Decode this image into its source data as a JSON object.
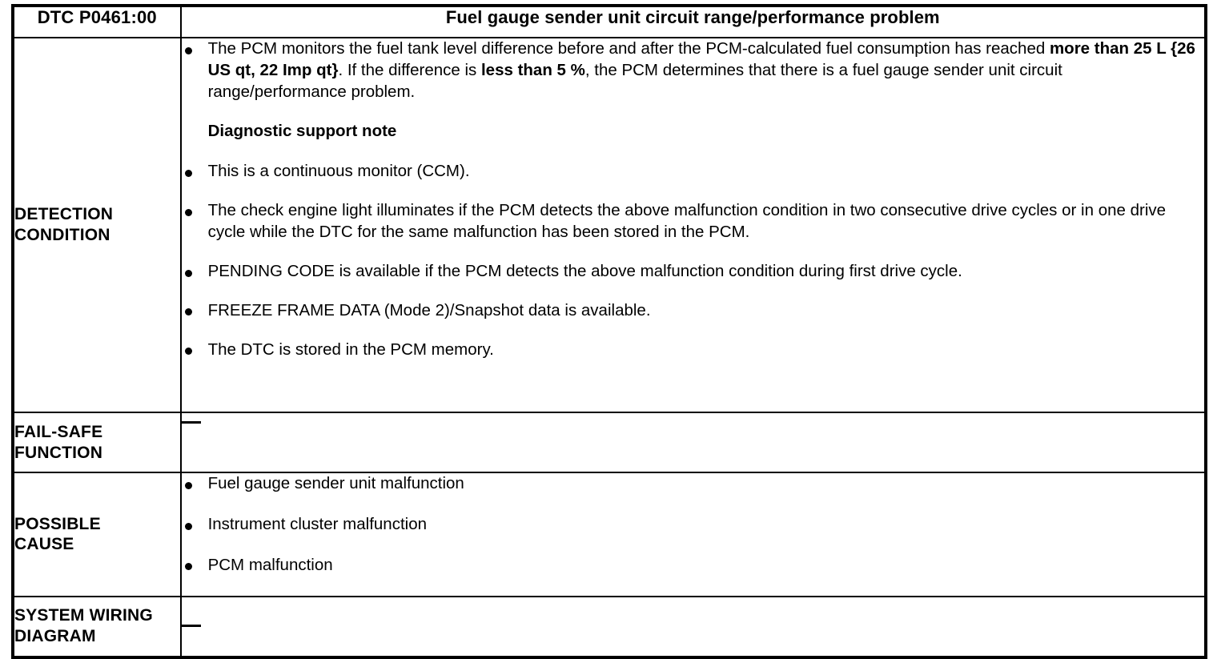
{
  "document": {
    "type": "dtc-diagnostic-table",
    "code_header": "DTC P0461:00",
    "title": "Fuel gauge sender unit circuit range/performance problem"
  },
  "rows": [
    {
      "label": "DETECTION\nCONDITION",
      "blocks": [
        {
          "kind": "bullet",
          "runs": [
            {
              "text": "The PCM monitors the fuel tank level difference before and after the PCM-calculated fuel consumption has reached ",
              "bold": false
            },
            {
              "text": "more than 25 L {26 US qt, 22 Imp qt}",
              "bold": true
            },
            {
              "text": ". If the difference is ",
              "bold": false
            },
            {
              "text": "less than 5 %",
              "bold": true
            },
            {
              "text": ", the PCM determines that there is a fuel gauge sender unit circuit range/performance problem.",
              "bold": false
            }
          ]
        },
        {
          "kind": "subhead",
          "text": "Diagnostic support note"
        },
        {
          "kind": "bullet",
          "runs": [
            {
              "text": "This is a continuous monitor (CCM).",
              "bold": false
            }
          ]
        },
        {
          "kind": "bullet",
          "runs": [
            {
              "text": "The check engine light illuminates if the PCM detects the above malfunction condition in two consecutive drive cycles or in one drive cycle while the DTC for the same malfunction has been stored in the PCM.",
              "bold": false
            }
          ]
        },
        {
          "kind": "bullet",
          "runs": [
            {
              "text": "PENDING CODE is available if the PCM detects the above malfunction condition during first drive cycle.",
              "bold": false
            }
          ]
        },
        {
          "kind": "bullet",
          "runs": [
            {
              "text": "FREEZE FRAME DATA (Mode 2)/Snapshot data is available.",
              "bold": false
            }
          ]
        },
        {
          "kind": "bullet",
          "runs": [
            {
              "text": "The DTC is stored in the PCM memory.",
              "bold": false
            }
          ]
        }
      ]
    },
    {
      "label": "FAIL-SAFE\nFUNCTION",
      "blocks": [
        {
          "kind": "dash",
          "text": "—"
        }
      ]
    },
    {
      "label": "POSSIBLE\nCAUSE",
      "blocks": [
        {
          "kind": "bullet",
          "runs": [
            {
              "text": "Fuel gauge sender unit malfunction",
              "bold": false
            }
          ]
        },
        {
          "kind": "bullet",
          "runs": [
            {
              "text": "Instrument cluster malfunction",
              "bold": false
            }
          ]
        },
        {
          "kind": "bullet",
          "runs": [
            {
              "text": "PCM malfunction",
              "bold": false
            }
          ]
        }
      ]
    },
    {
      "label": "SYSTEM WIRING\nDIAGRAM",
      "blocks": [
        {
          "kind": "dash",
          "text": "—"
        }
      ]
    }
  ],
  "colors": {
    "text": "#000000",
    "background": "#ffffff",
    "border": "#000000"
  }
}
